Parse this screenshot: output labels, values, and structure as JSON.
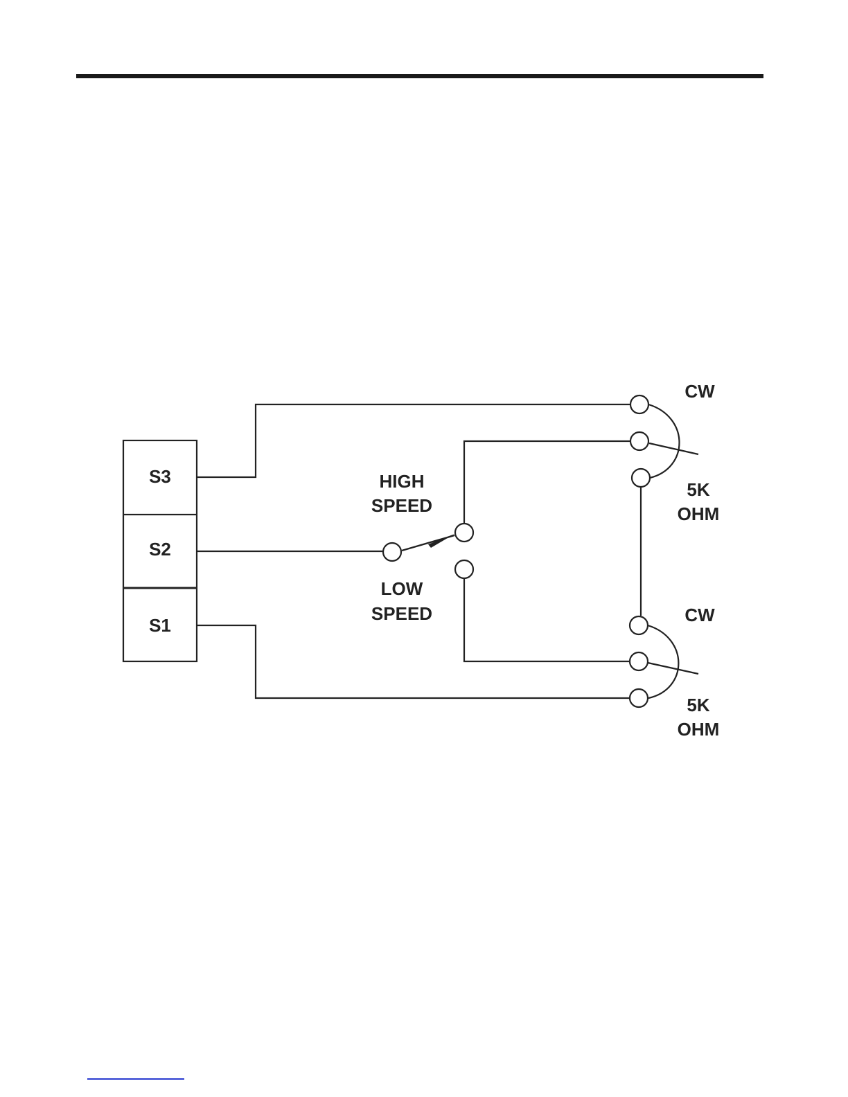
{
  "terminals": {
    "s3": "S3",
    "s2": "S2",
    "s1": "S1"
  },
  "switch": {
    "high_line1": "HIGH",
    "high_line2": "SPEED",
    "low_line1": "LOW",
    "low_line2": "SPEED"
  },
  "pot_top": {
    "cw": "CW",
    "value_line1": "5K",
    "value_line2": "OHM"
  },
  "pot_bottom": {
    "cw": "CW",
    "value_line1": "5K",
    "value_line2": "OHM"
  },
  "colors": {
    "ink": "#222222",
    "footer_rule": "#2a3bd0"
  }
}
